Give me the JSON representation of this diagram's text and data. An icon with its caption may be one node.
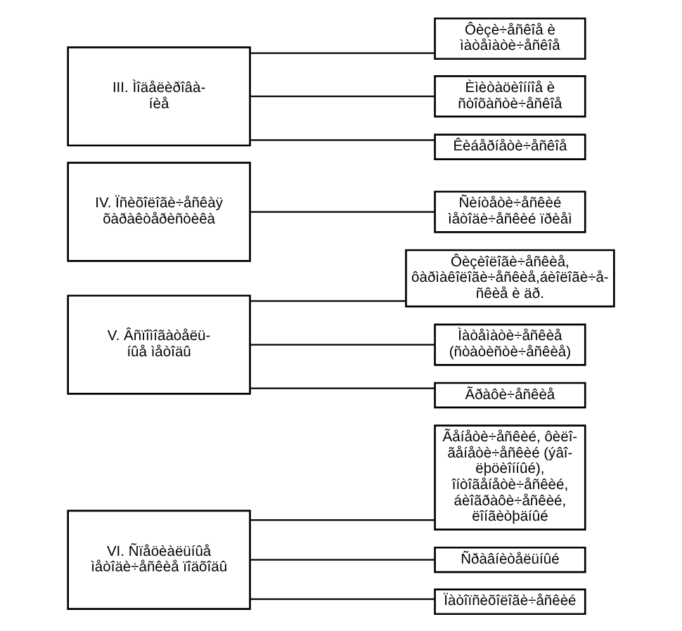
{
  "diagram": {
    "nodes": [
      {
        "text": [
          "III. Ìîäåëèðîâà- íèå"
        ]
      },
      {
        "text": [
          "Ôèçè÷åñêîå è ìàòåìàòè÷åñêîå"
        ]
      },
      {
        "text": [
          "Èìèòàöèîííîå è ñòîõàñòè÷åñêîå"
        ]
      },
      {
        "text": [
          "Êèáåðíåòè÷åñêîå"
        ]
      },
      {
        "text": [
          "IV. Ïñèõîëîãè÷åñêàÿ õàðàêòåðèñòèêà"
        ]
      },
      {
        "text": [
          "Ñèíòåòè÷åñêèé ìåòîäè÷åñêèé ïðèåì"
        ]
      },
      {
        "text": [
          "V. Âñïîìîãàòåëü- íûå ìåòîäû"
        ]
      },
      {
        "text": [
          "Ôèçèîëîãè÷åñêèå, ôàðìàêîëîãè÷åñêèå,áèîëîãè÷å- ñêèå è äð."
        ]
      },
      {
        "text": [
          "Ìàòåìàòè÷åñêèå (ñòàòèñòè÷åñêèå)"
        ]
      },
      {
        "text": [
          "Ãðàôè÷åñêèå"
        ]
      },
      {
        "text": [
          "VI. Ñïåöèàëüíûå ìåòîäè÷åñêèå ïîäõîäû"
        ]
      },
      {
        "text": [
          "Ãåíåòè÷åñêèé, ôèëî- ãåíåòè÷åñêèé (ýâî- ëþöèîííûé), îíòîãåíåòè÷åñêèé, áèîãðàôè÷åñêèé, ëîíãèòþäíûé"
        ]
      },
      {
        "text": [
          "Ñðàâíèòåëüíûé"
        ]
      },
      {
        "text": [
          "Ïàòîïñèõîëîãè÷åñêèé"
        ]
      }
    ],
    "edges": [
      {
        "from": 0,
        "to": 1,
        "arrow": "none"
      },
      {
        "from": 0,
        "to": 2,
        "arrow": "none"
      },
      {
        "from": 0,
        "to": 3,
        "arrow": "none"
      },
      {
        "from": 4,
        "to": 5,
        "arrow": "none"
      },
      {
        "from": 6,
        "to": 7,
        "arrow": "none"
      },
      {
        "from": 6,
        "to": 8,
        "arrow": "none"
      },
      {
        "from": 6,
        "to": 9,
        "arrow": "none"
      },
      {
        "from": 10,
        "to": 11,
        "arrow": "none"
      },
      {
        "from": 10,
        "to": 12,
        "arrow": "none"
      },
      {
        "from": 10,
        "to": 13,
        "arrow": "none"
      }
    ]
  }
}
